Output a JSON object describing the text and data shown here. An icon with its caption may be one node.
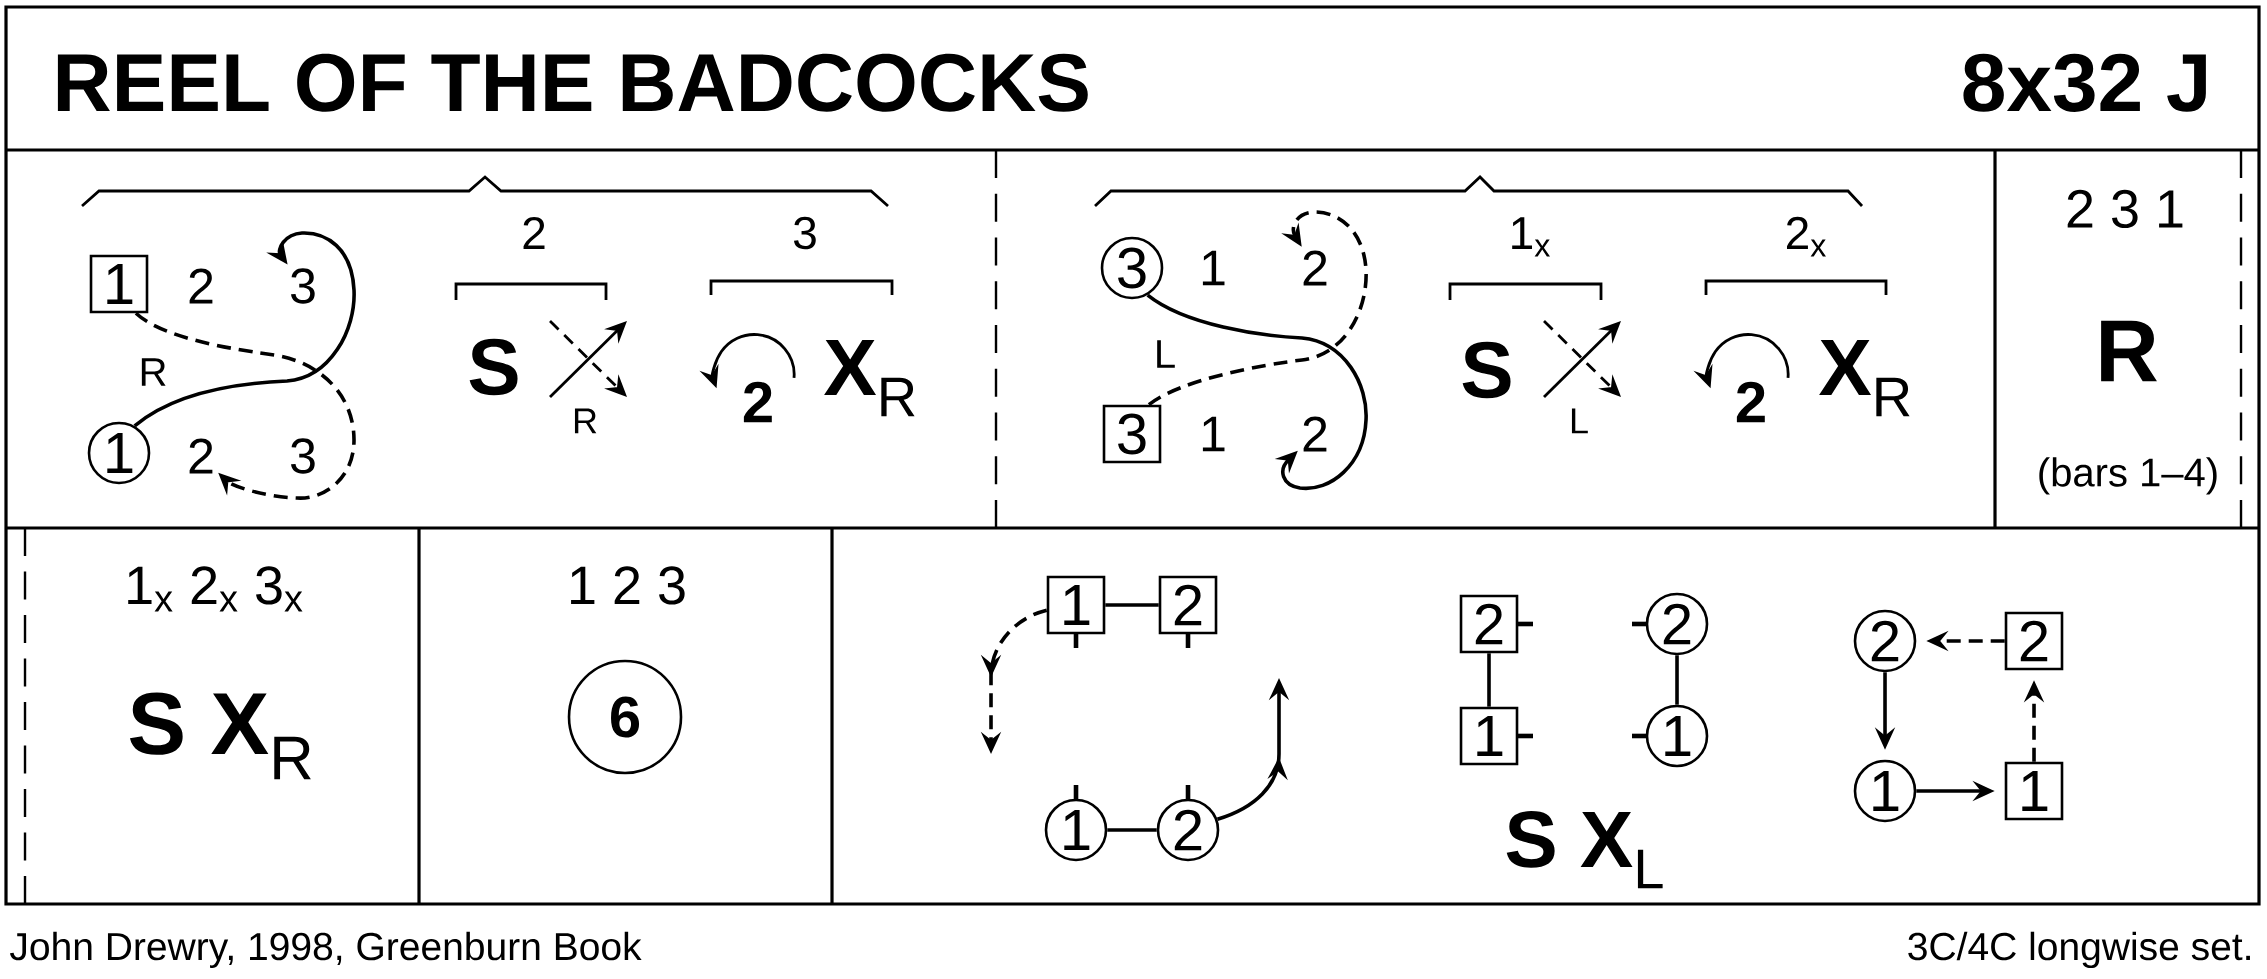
{
  "diagram": {
    "title": "REEL OF THE BADCOCKS",
    "nodes": [
      {
        "text": [
          "1"
        ]
      },
      {
        "text": [
          "3"
        ]
      },
      {
        "text": [
          "1"
        ]
      },
      {
        "text": [
          "2"
        ]
      },
      {
        "text": [
          "3"
        ]
      },
      {
        "text": [
          "2"
        ]
      },
      {
        "text": [
          "3"
        ]
      },
      {
        "text": [
          "2"
        ]
      },
      {
        "text": [
          "6"
        ]
      },
      {
        "text": [
          "1"
        ]
      },
      {
        "text": [
          "2"
        ]
      },
      {
        "text": [
          "1"
        ]
      },
      {
        "text": [
          "2"
        ]
      },
      {
        "text": [
          "2"
        ]
      },
      {
        "text": [
          "2"
        ]
      },
      {
        "text": [
          "1"
        ]
      },
      {
        "text": [
          "1"
        ]
      },
      {
        "text": [
          "2"
        ]
      },
      {
        "text": [
          "2"
        ]
      },
      {
        "text": [
          "1"
        ]
      },
      {
        "text": [
          "1"
        ]
      }
    ],
    "edges": [
      {
        "from": 2,
        "to": 1,
        "arrow": "to"
      },
      {
        "from": 0,
        "to": 3,
        "arrow": "to",
        "style": "dashed"
      },
      {
        "from": 4,
        "to": 7,
        "arrow": "to"
      },
      {
        "from": 6,
        "to": 5,
        "arrow": "to",
        "style": "dashed"
      },
      {
        "from": 9,
        "to": 10,
        "arrow": "none"
      },
      {
        "from": 11,
        "to": 12,
        "arrow": "none"
      },
      {
        "from": 9,
        "to": null,
        "arrow": "to",
        "style": "dashed"
      },
      {
        "from": 12,
        "to": null,
        "arrow": "to"
      },
      {
        "from": 13,
        "to": 15,
        "arrow": "none"
      },
      {
        "from": 14,
        "to": 16,
        "arrow": "none"
      },
      {
        "from": 18,
        "to": 17,
        "arrow": "to",
        "style": "dashed"
      },
      {
        "from": 17,
        "to": 19,
        "arrow": "to"
      },
      {
        "from": 19,
        "to": 20,
        "arrow": "to"
      },
      {
        "from": 20,
        "to": 18,
        "arrow": "to",
        "style": "dashed"
      }
    ],
    "labels": [
      "8x32 J",
      "2",
      "R",
      "3",
      "2",
      "S",
      "R",
      "3",
      "2",
      "**X**$_{R}$",
      "1",
      "L",
      "1",
      "1$_{x}$",
      "S",
      "L",
      "2$_{x}$",
      "2",
      "**X**$_{R}$",
      "2 3 1",
      "R",
      "(bars 1–4)",
      "1$_{x}$ 2$_{x}$ 3$_{x}$",
      "**S X**$_{R}$",
      "1 2 3",
      "**S X**$_{L}$",
      "John Drewry, 1998, Greenburn Book",
      "3C/4C longwise set."
    ]
  }
}
